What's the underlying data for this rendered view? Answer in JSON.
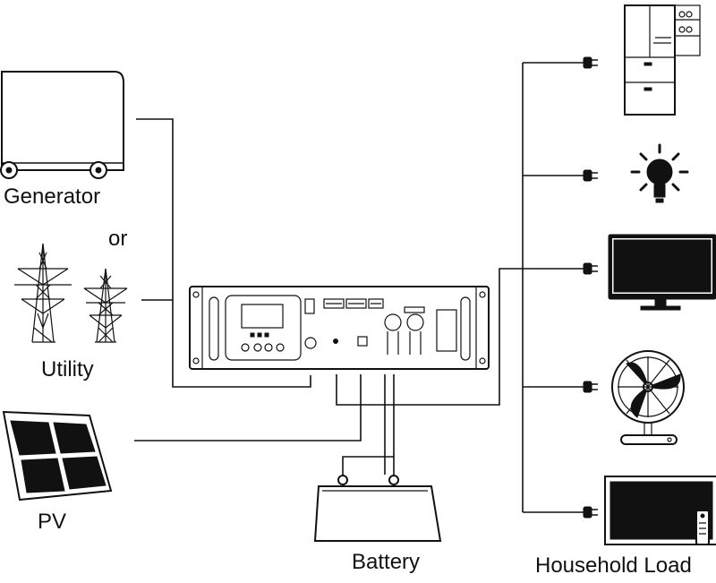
{
  "labels": {
    "generator": "Generator",
    "or": "or",
    "utility": "Utility",
    "pv": "PV",
    "battery": "Battery",
    "household_load": "Household Load"
  },
  "icons": {
    "generator": "generator-icon",
    "utility": "power-tower-icon",
    "pv": "solar-panel-icon",
    "inverter": "inverter-unit-icon",
    "battery": "battery-icon",
    "loads": [
      "refrigerator-icon",
      "light-bulb-icon",
      "monitor-icon",
      "fan-icon",
      "tv-icon"
    ]
  },
  "colors": {
    "line": "#111111",
    "background": "#ffffff"
  }
}
